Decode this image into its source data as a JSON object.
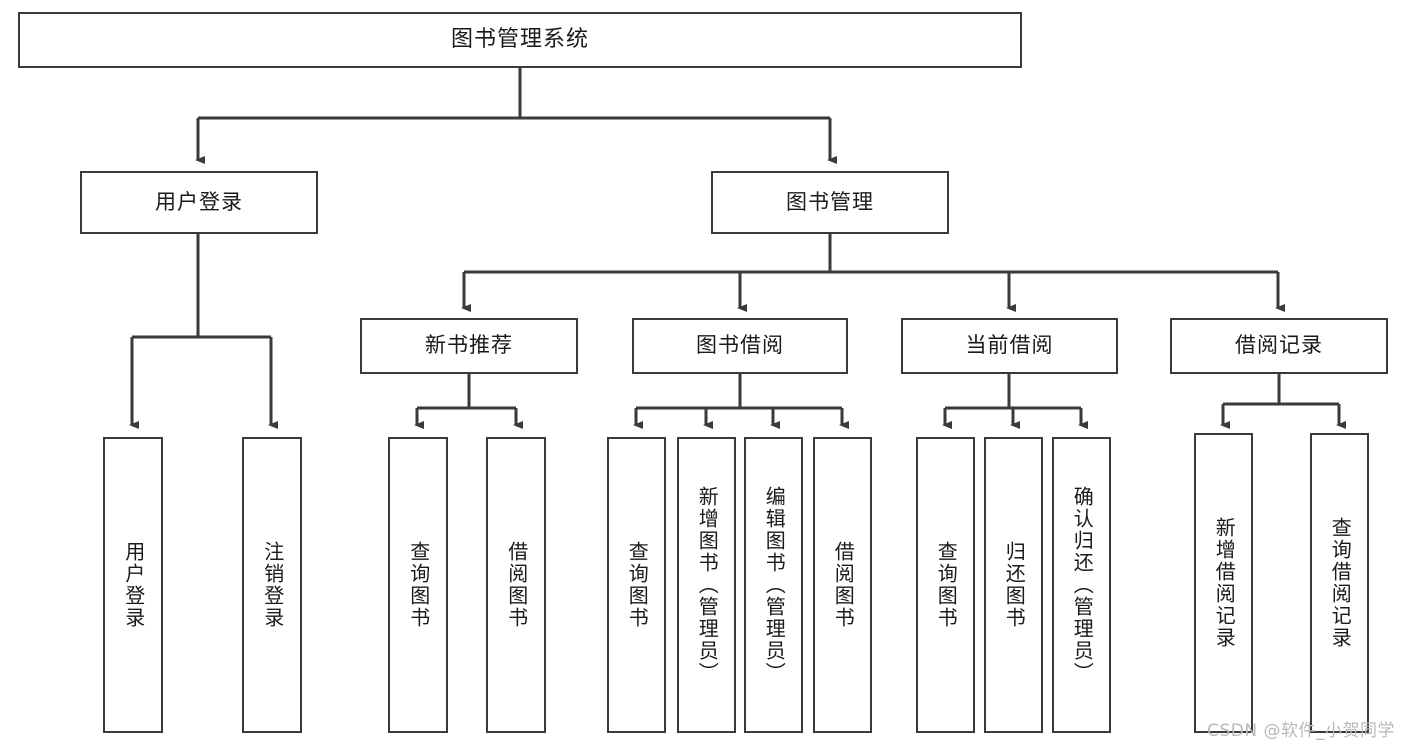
{
  "diagram": {
    "title": "图书管理系统",
    "watermark": "CSDN @软件_小贺同学",
    "theme": {
      "stroke": "#3a3a3a",
      "fill": "#ffffff",
      "text": "#1a1a1a",
      "watermark_color": "#b9b9b9"
    },
    "root": {
      "label": "图书管理系统"
    },
    "level2": [
      {
        "label": "用户登录"
      },
      {
        "label": "图书管理"
      }
    ],
    "level3": [
      {
        "label": "新书推荐"
      },
      {
        "label": "图书借阅"
      },
      {
        "label": "当前借阅"
      },
      {
        "label": "借阅记录"
      }
    ],
    "leaves": {
      "user_login": [
        {
          "label": "用户登录"
        },
        {
          "label": "注销登录"
        }
      ],
      "new_book": [
        {
          "label": "查询图书"
        },
        {
          "label": "借阅图书"
        }
      ],
      "book_borrow": [
        {
          "label": "查询图书"
        },
        {
          "label": "新增图书（管理员）"
        },
        {
          "label": "编辑图书（管理员）"
        },
        {
          "label": "借阅图书"
        }
      ],
      "current_borrow": [
        {
          "label": "查询图书"
        },
        {
          "label": "归还图书"
        },
        {
          "label": "确认归还（管理员）"
        }
      ],
      "borrow_record": [
        {
          "label": "新增借阅记录"
        },
        {
          "label": "查询借阅记录"
        }
      ]
    }
  }
}
